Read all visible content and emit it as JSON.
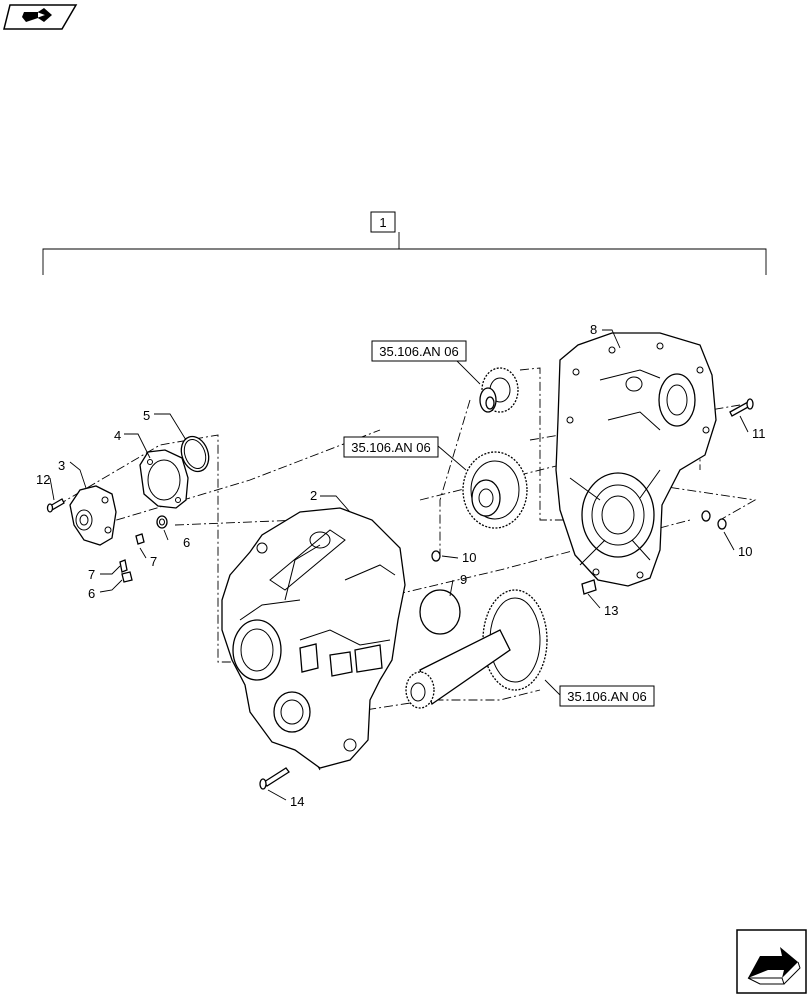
{
  "assembly_label": "1",
  "reference_labels": [
    "35.106.AN 06",
    "35.106.AN 06",
    "35.106.AN 06"
  ],
  "callouts": {
    "c2": "2",
    "c3": "3",
    "c4": "4",
    "c5": "5",
    "c6a": "6",
    "c6b": "6",
    "c7a": "7",
    "c7b": "7",
    "c8": "8",
    "c9": "9",
    "c10a": "10",
    "c10b": "10",
    "c11": "11",
    "c12": "12",
    "c13": "13",
    "c14": "14"
  },
  "icons": {
    "top_left": "prev-page-hand-icon",
    "bottom_right": "next-page-arrow-icon"
  }
}
